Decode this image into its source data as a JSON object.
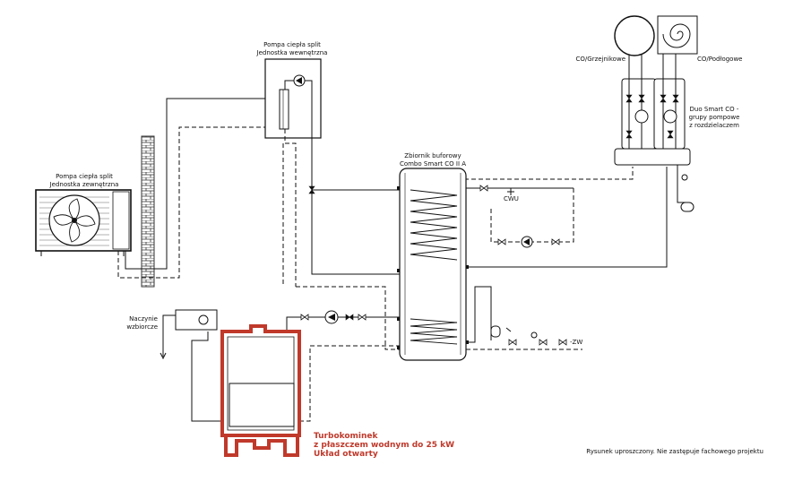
{
  "labels": {
    "split_indoor": [
      "Pompa ciepła split",
      "Jednostka wewnętrzna"
    ],
    "split_outdoor": [
      "Pompa ciepła split",
      "Jednostka zewnętrzna"
    ],
    "buffer_tank": [
      "Zbiornik buforowy",
      "Combo Smart CO II A"
    ],
    "cwu": "CWU",
    "zw": "ZW",
    "expansion": [
      "Naczynie",
      "wzbiorcze"
    ],
    "heating_radiators": "CO/Grzejnikowe",
    "heating_floor": "CO/Podłogowe",
    "pump_group": [
      "Duo Smart CO -",
      "grupy pompowe",
      "z rozdzielaczem"
    ],
    "fireplace": [
      "Turbokominek",
      "z płaszczem wodnym do 25 kW",
      "Układ otwarty"
    ],
    "disclaimer": "Rysunek uproszczony. Nie zastępuje fachowego projektu"
  },
  "colors": {
    "line": "#111111",
    "fireplace_outline": "#c0392b",
    "wall": "#555555"
  }
}
